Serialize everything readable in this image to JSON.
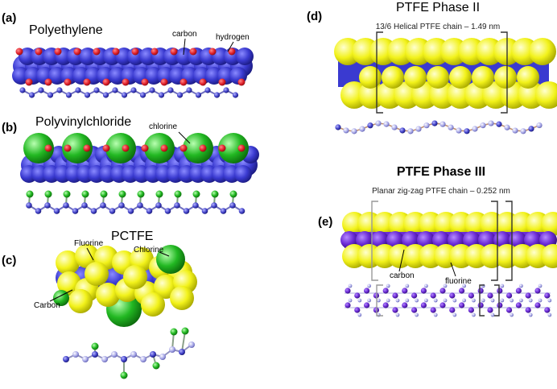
{
  "panels": {
    "a": {
      "label": "(a)",
      "title": "Polyethylene",
      "ann_carbon": "carbon",
      "ann_hydrogen": "hydrogen"
    },
    "b": {
      "label": "(b)",
      "title": "Polyvinylchloride",
      "ann_chlorine": "chlorine"
    },
    "c": {
      "label": "(c)",
      "title": "PCTFE",
      "ann_fluorine": "Fluorine",
      "ann_chlorine": "Chlorine",
      "ann_carbon": "Carbon"
    },
    "d": {
      "label": "(d)",
      "title": "PTFE Phase II",
      "caption": "13/6 Helical PTFE chain – 1.49 nm"
    },
    "e": {
      "label": "(e)",
      "title": "PTFE Phase III",
      "caption": "Planar zig-zag PTFE chain – 0.252 nm",
      "ann_carbon": "carbon",
      "ann_fluorine": "fluorine"
    }
  },
  "colors": {
    "carbon": "#3a3ad0",
    "carbon_dark": "#1e1e8c",
    "hydrogen": "#e0202a",
    "chlorine": "#22b822",
    "fluorine": "#f2f21a",
    "fluorine_edge": "#b9b900",
    "phase3_carbon": "#6b2bd6",
    "bond_light": "#b0b0d8"
  }
}
